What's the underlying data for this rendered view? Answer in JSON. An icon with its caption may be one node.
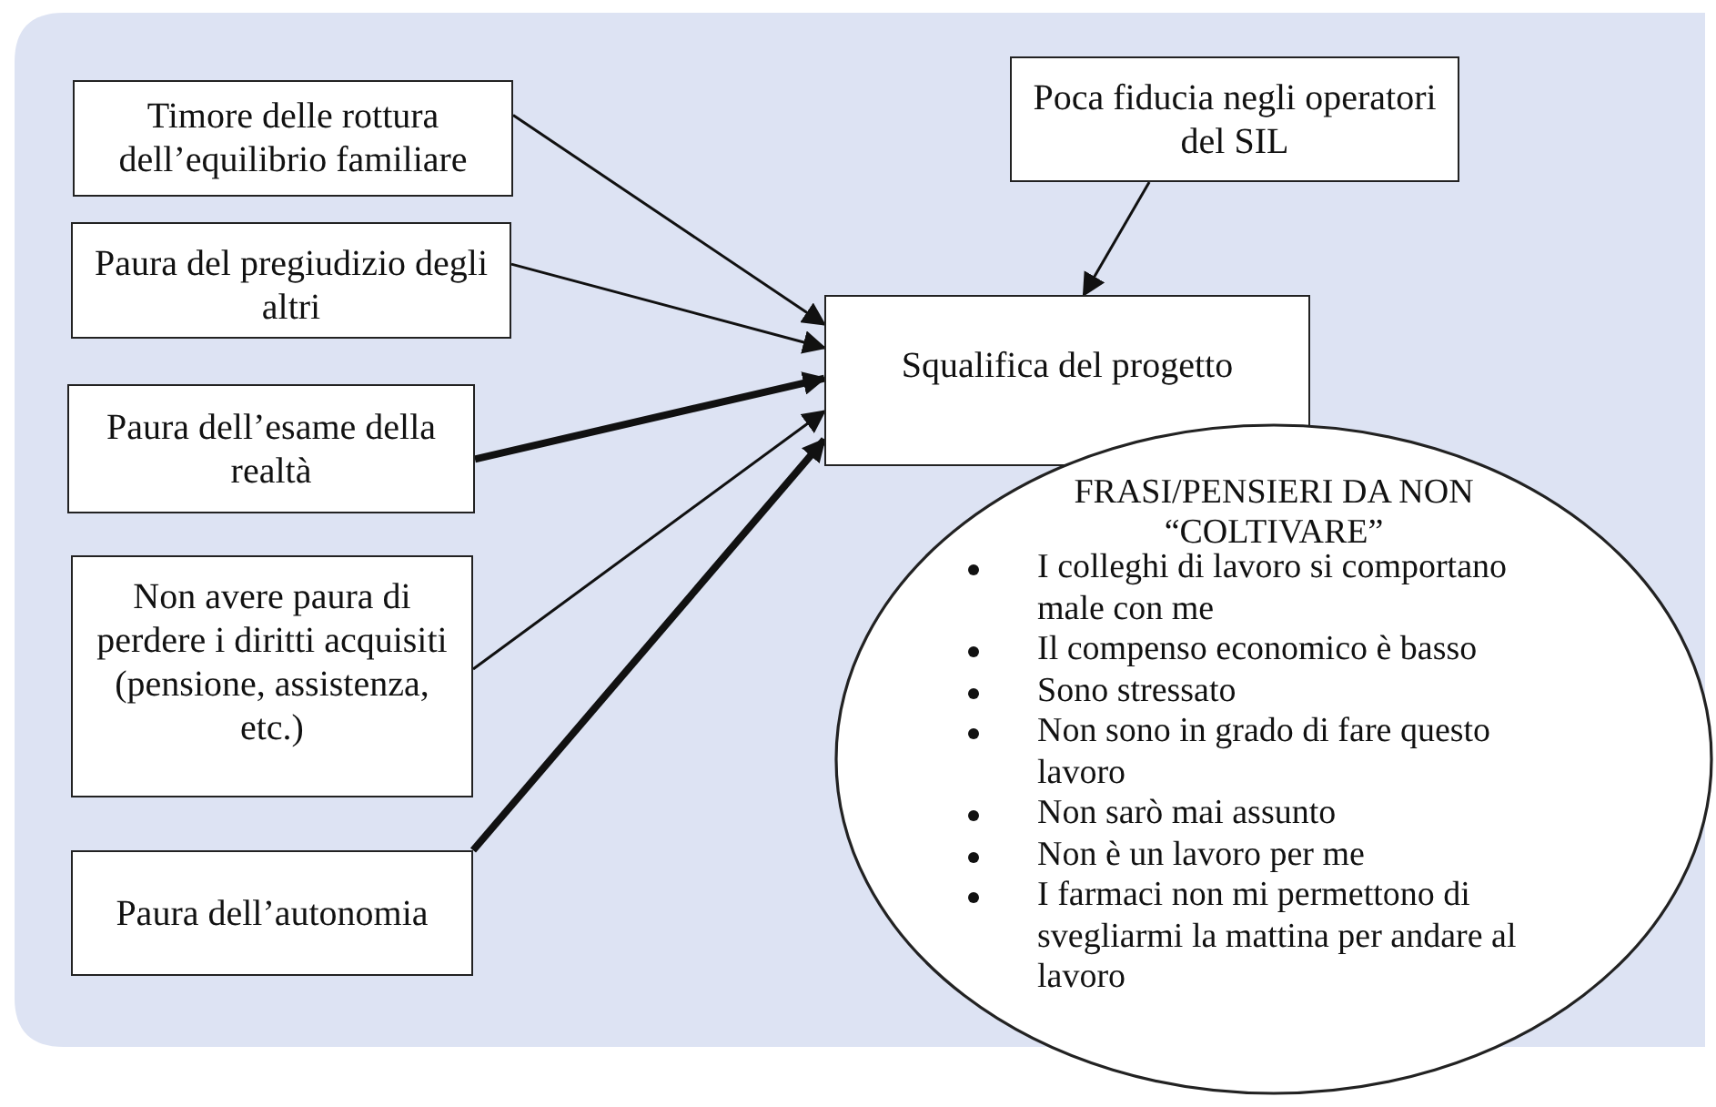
{
  "diagram": {
    "nodes": [
      {
        "text": [
          "Timore delle rottura dell’equilibrio familiare"
        ]
      },
      {
        "text": [
          "Paura del pregiudizio degli altri"
        ]
      },
      {
        "text": [
          "Paura dell’esame della realtà"
        ]
      },
      {
        "text": [
          "Non avere paura di perdere i diritti acquisiti (pensione, assistenza, etc.)"
        ]
      },
      {
        "text": [
          "Paura dell’autonomia"
        ]
      },
      {
        "text": [
          "Poca fiducia negli operatori del SIL"
        ]
      },
      {
        "text": [
          "Squalifica del progetto"
        ]
      },
      {
        "text": [
          "FRASI/PENSIERI DA NON “COLTIVARE”",
          "I colleghi di lavoro si comportano male con me",
          "Il compenso economico è basso",
          "Sono stressato",
          "Non sono in grado di fare questo lavoro",
          "Non sarò mai assunto",
          "Non è un lavoro per me",
          "I farmaci non mi permettono di svegliarmi la mattina per andare al lavoro"
        ]
      }
    ],
    "edges": [
      {
        "from": 0,
        "to": 6,
        "arrow": "to"
      },
      {
        "from": 1,
        "to": 6,
        "arrow": "to"
      },
      {
        "from": 2,
        "to": 6,
        "arrow": "to",
        "style": "thick"
      },
      {
        "from": 3,
        "to": 6,
        "arrow": "to"
      },
      {
        "from": 4,
        "to": 6,
        "arrow": "to",
        "style": "thick"
      },
      {
        "from": 5,
        "to": 6,
        "arrow": "to"
      }
    ]
  }
}
